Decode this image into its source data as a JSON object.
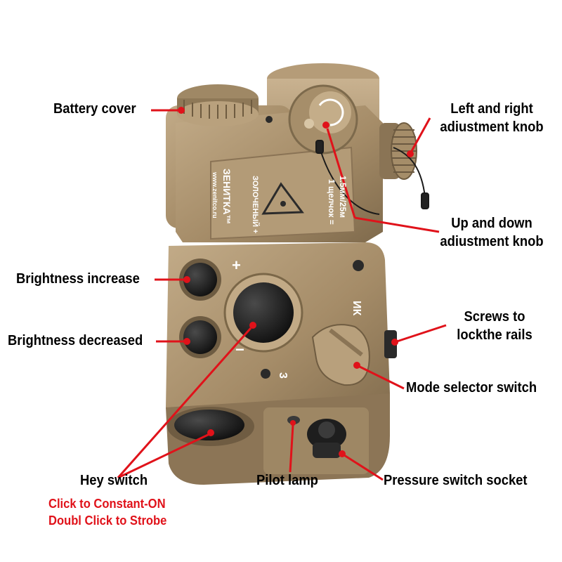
{
  "labels": {
    "battery_cover": "Battery cover",
    "lr_knob_line1": "Left and right",
    "lr_knob_line2": "adiustment knob",
    "ud_knob_line1": "Up and down",
    "ud_knob_line2": "adiustment knob",
    "brightness_increase": "Brightness increase",
    "brightness_decreased": "Brightness decreased",
    "screws_line1": "Screws to",
    "screws_line2": "lockthe rails",
    "mode_selector": "Mode selector switch",
    "hey_switch": "Hey switch",
    "pilot_lamp": "Pilot lamp",
    "pressure_socket": "Pressure switch socket",
    "note_line1": "Click to Constant-ON",
    "note_line2": "Doubl Click to Strobe"
  },
  "device_markings": {
    "brand": "ЗЕНИТКА™",
    "website": "www.zenitco.ru",
    "model": "ЗОЛОЧЕНЫЙ +",
    "spec_line1": "1 щелчок =",
    "spec_line2": "1.5мм/25м",
    "plus": "+",
    "minus": "−",
    "ik": "ИК",
    "mode_3": "3"
  },
  "colors": {
    "accent_red": "#e0121a",
    "device_tan": "#a8906c",
    "button_black": "#1c1c1c"
  }
}
